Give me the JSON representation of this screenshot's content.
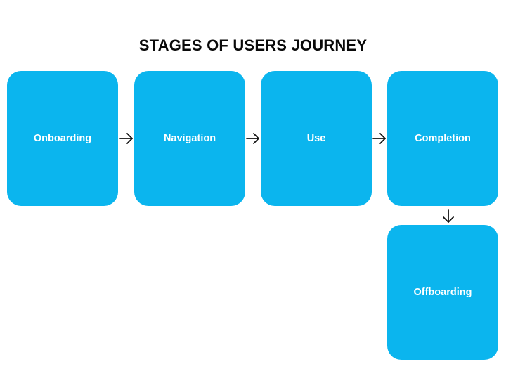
{
  "diagram": {
    "title": "STAGES OF USERS JOURNEY",
    "accent_color": "#0bb5ee",
    "stages": [
      {
        "label": "Onboarding"
      },
      {
        "label": "Navigation"
      },
      {
        "label": "Use"
      },
      {
        "label": "Completion"
      },
      {
        "label": "Offboarding"
      }
    ],
    "flow": [
      {
        "from": "Onboarding",
        "to": "Navigation",
        "direction": "right"
      },
      {
        "from": "Navigation",
        "to": "Use",
        "direction": "right"
      },
      {
        "from": "Use",
        "to": "Completion",
        "direction": "right"
      },
      {
        "from": "Completion",
        "to": "Offboarding",
        "direction": "down"
      }
    ]
  }
}
